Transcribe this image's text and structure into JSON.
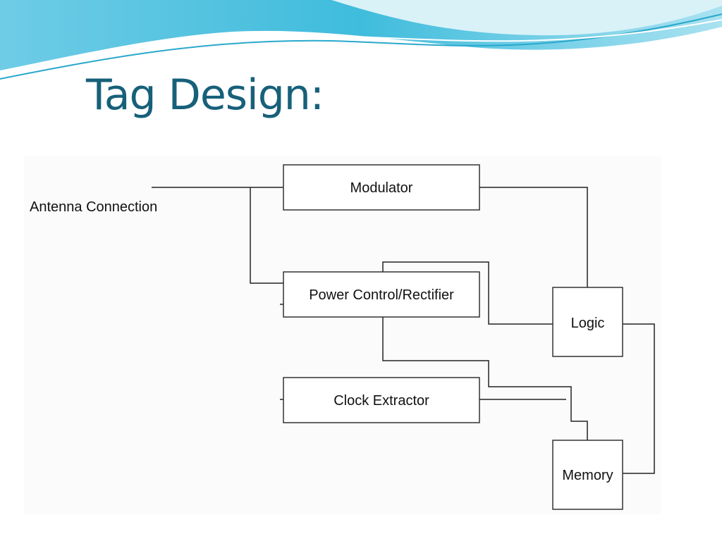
{
  "slide": {
    "title": "Tag Design:",
    "theme": {
      "title_color": "#17607a",
      "wave_dark": "#38b8d8",
      "wave_light": "#bfe8f3",
      "panel_bg": "#fbfbfb"
    }
  },
  "diagram": {
    "antenna_label": "Antenna Connection",
    "blocks": {
      "modulator": "Modulator",
      "power": "Power Control/Rectifier",
      "clock": "Clock Extractor",
      "logic": "Logic",
      "memory": "Memory"
    }
  }
}
